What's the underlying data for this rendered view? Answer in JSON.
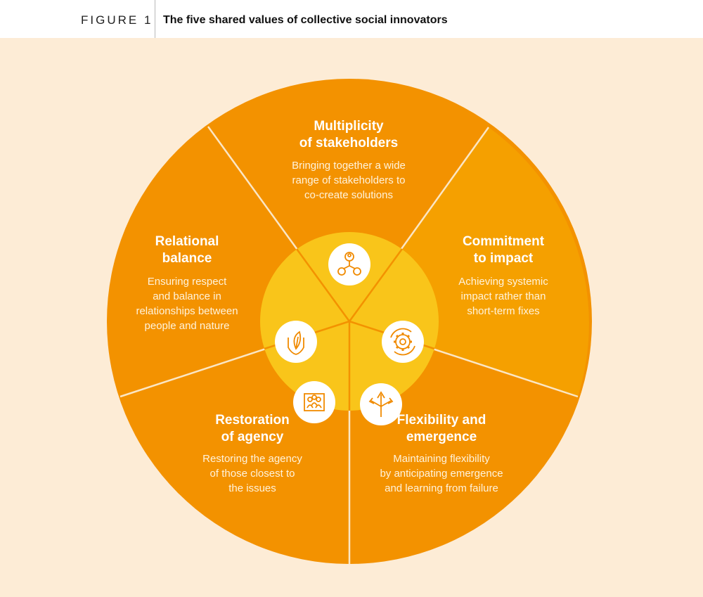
{
  "figure": {
    "label": "FIGURE 1",
    "title": "The five shared values of collective social innovators"
  },
  "colors": {
    "panel_bg": "#fdecd6",
    "segment": "#f39200",
    "segment_alt": "#f5a000",
    "hub": "#f9c51a",
    "divider": "#fbe6c4",
    "icon_stroke": "#f08a00"
  },
  "values": [
    {
      "id": "multiplicity",
      "title_lines": [
        "Multiplicity",
        "of stakeholders"
      ],
      "desc_lines": [
        "Bringing together a wide",
        "range of stakeholders to",
        "co-create solutions"
      ],
      "icon": "stakeholder-network-icon"
    },
    {
      "id": "commitment",
      "title_lines": [
        "Commitment",
        "to impact"
      ],
      "desc_lines": [
        "Achieving systemic",
        "impact rather than",
        "short-term fixes"
      ],
      "icon": "gear-cycle-icon"
    },
    {
      "id": "flexibility",
      "title_lines": [
        "Flexibility and",
        "emergence"
      ],
      "desc_lines": [
        "Maintaining flexibility",
        "by anticipating emergence",
        "and learning from failure"
      ],
      "icon": "branching-arrows-icon"
    },
    {
      "id": "restoration",
      "title_lines": [
        "Restoration",
        "of agency"
      ],
      "desc_lines": [
        "Restoring the agency",
        "of those closest to",
        "the issues"
      ],
      "icon": "community-group-icon"
    },
    {
      "id": "relational",
      "title_lines": [
        "Relational",
        "balance"
      ],
      "desc_lines": [
        "Ensuring respect",
        "and balance in",
        "relationships between",
        "people and nature"
      ],
      "icon": "hands-leaf-icon"
    }
  ]
}
